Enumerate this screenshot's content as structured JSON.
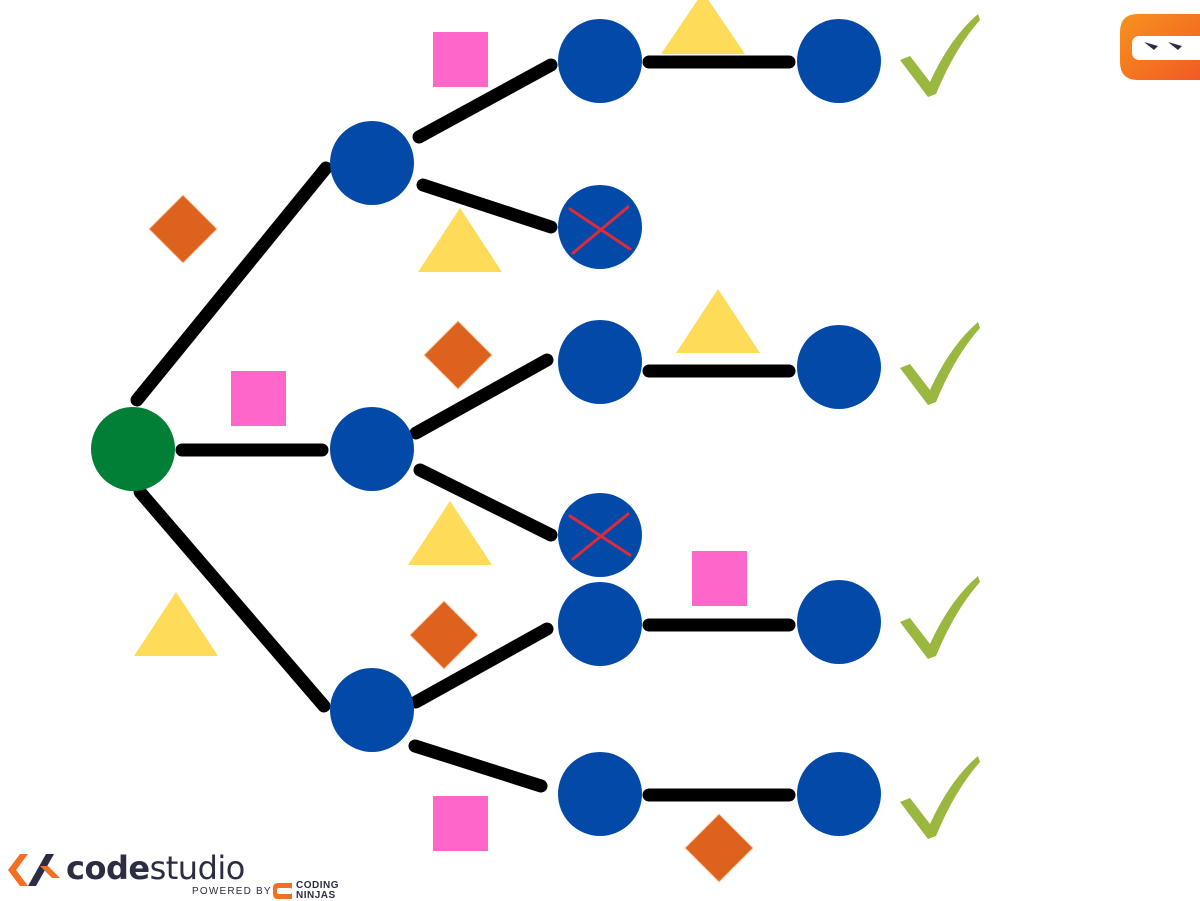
{
  "colors": {
    "root_node": "#017f36",
    "node": "#034aa8",
    "edge": "#000000",
    "square": "#fe66c9",
    "triangle": "#fedb59",
    "diamond": "#dd621d",
    "check": "#9ab73f",
    "cross": "#e02a3a",
    "brand_orange": "#f36f21",
    "brand_dark": "#2b2d42"
  },
  "diagram": {
    "shapes": [
      "square",
      "diamond",
      "triangle"
    ],
    "solutions_found": 4,
    "dead_ends": 2,
    "paths": [
      {
        "shapes": [
          "diamond",
          "square",
          "triangle"
        ],
        "result": "valid",
        "icon": "check-icon"
      },
      {
        "shapes": [
          "diamond",
          "triangle"
        ],
        "result": "invalid",
        "icon": "cross-icon"
      },
      {
        "shapes": [
          "square",
          "diamond",
          "triangle"
        ],
        "result": "valid",
        "icon": "check-icon"
      },
      {
        "shapes": [
          "square",
          "triangle"
        ],
        "result": "invalid",
        "icon": "cross-icon"
      },
      {
        "shapes": [
          "triangle",
          "diamond",
          "square"
        ],
        "result": "valid",
        "icon": "check-icon"
      },
      {
        "shapes": [
          "triangle",
          "square",
          "diamond"
        ],
        "result": "valid",
        "icon": "check-icon"
      }
    ]
  },
  "footer": {
    "brand_code": "code",
    "brand_studio": "studio",
    "powered_by": "POWERED BY",
    "coding": "CODING",
    "ninjas": "NINJAS"
  }
}
